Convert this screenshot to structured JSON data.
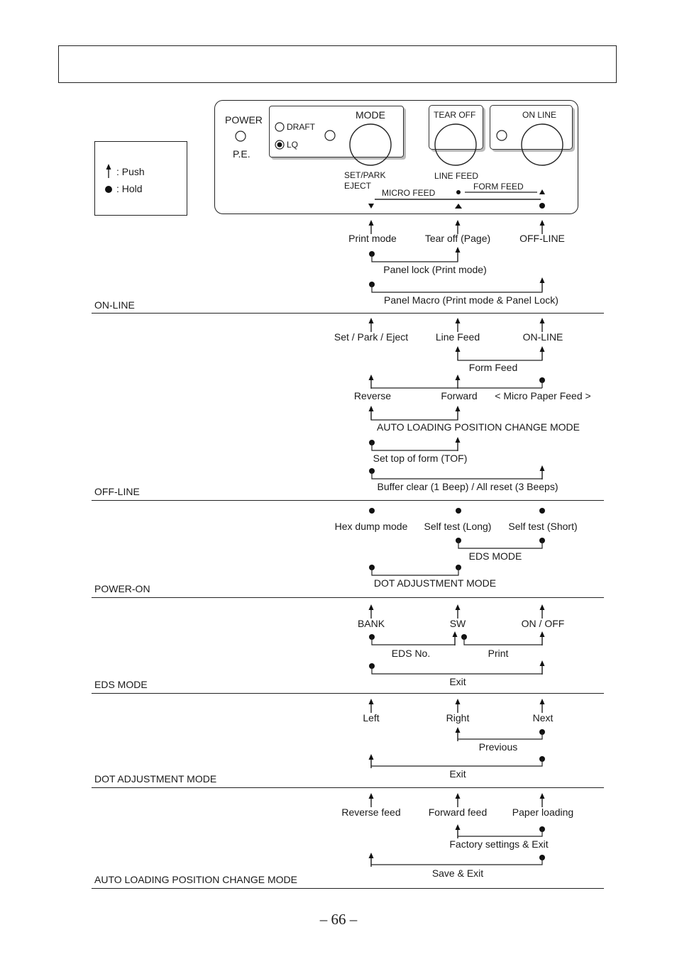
{
  "legend": {
    "push": ": Push",
    "hold": ": Hold"
  },
  "panel": {
    "power": "POWER",
    "pe": "P.E.",
    "draft": "DRAFT",
    "lq": "LQ",
    "mode": "MODE",
    "tear_off": "TEAR OFF",
    "on_line": "ON LINE",
    "set_park": "SET/PARK",
    "eject": "EJECT",
    "line_feed": "LINE FEED",
    "micro_feed": "MICRO FEED",
    "form_feed": "FORM FEED"
  },
  "sections": {
    "online": {
      "title": "ON-LINE",
      "r1": [
        "Print mode",
        "Tear off (Page)",
        "OFF-LINE"
      ],
      "panel_lock": "Panel lock (Print mode)",
      "panel_macro": "Panel Macro (Print mode & Panel Lock)"
    },
    "offline": {
      "title": "OFF-LINE",
      "r1": [
        "Set / Park / Eject",
        "Line Feed",
        "ON-LINE"
      ],
      "form_feed": "Form Feed",
      "r2": [
        "Reverse",
        "Forward",
        "< Micro Paper Feed >"
      ],
      "auto_loading": "AUTO LOADING POSITION CHANGE MODE",
      "tof": "Set top of form (TOF)",
      "buffer": "Buffer clear (1 Beep) / All reset (3 Beeps)"
    },
    "poweron": {
      "title": "POWER-ON",
      "r1": [
        "Hex dump mode",
        "Self test (Long)",
        "Self test (Short)"
      ],
      "eds": "EDS MODE",
      "dot": "DOT ADJUSTMENT MODE"
    },
    "eds": {
      "title": "EDS MODE",
      "r1": [
        "BANK",
        "SW",
        "ON / OFF"
      ],
      "eds_no": "EDS No.",
      "print": "Print",
      "exit": "Exit"
    },
    "dot": {
      "title": "DOT ADJUSTMENT MODE",
      "r1": [
        "Left",
        "Right",
        "Next"
      ],
      "previous": "Previous",
      "exit": "Exit"
    },
    "auto": {
      "title": "AUTO LOADING POSITION CHANGE MODE",
      "r1": [
        "Reverse feed",
        "Forward feed",
        "Paper loading"
      ],
      "factory": "Factory settings & Exit",
      "save": "Save & Exit"
    }
  },
  "page_number": "– 66 –"
}
